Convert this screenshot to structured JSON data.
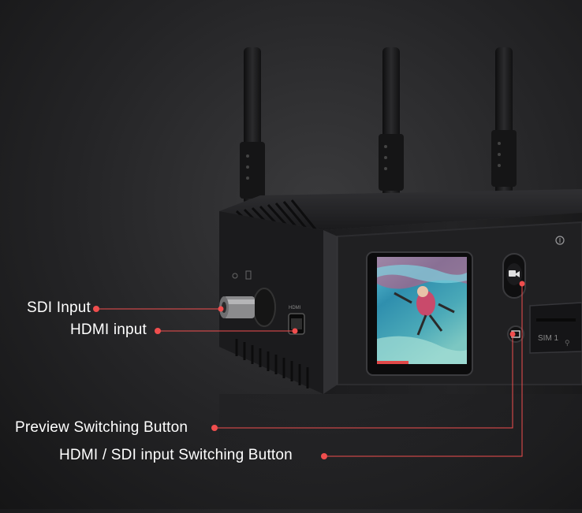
{
  "callouts": {
    "sdi_input": "SDI Input",
    "hdmi_input": "HDMI input",
    "preview_switching": "Preview Switching Button",
    "input_switching": "HDMI / SDI input Switching Button"
  },
  "device": {
    "sim_label": "SIM 1",
    "port_label": "HDMI"
  },
  "colors": {
    "accent": "#f04e4e",
    "background": "#2a2a2c",
    "device_body": "#1a1a1c"
  },
  "icons": [
    "camera-icon",
    "switch-icon",
    "cloud-icon",
    "antenna-icon"
  ]
}
